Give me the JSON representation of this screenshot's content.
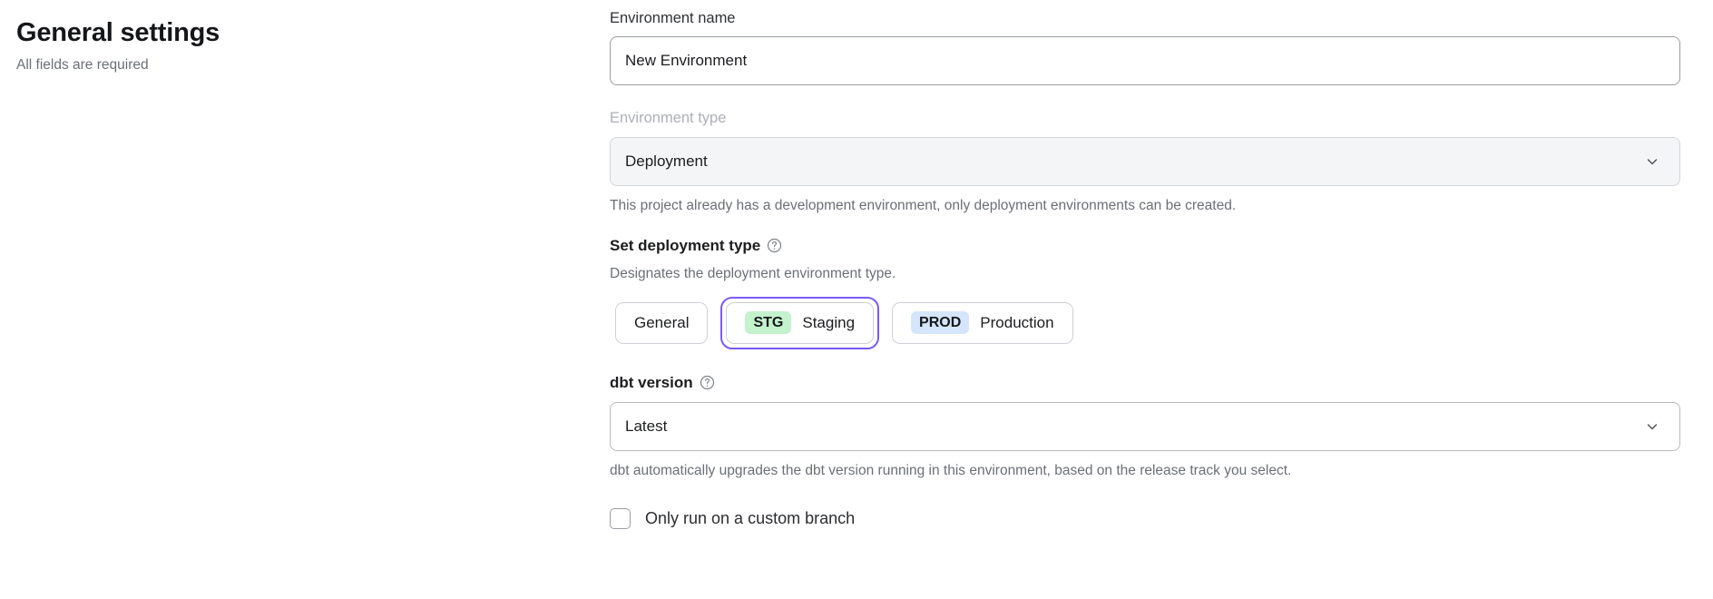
{
  "header": {
    "title": "General settings",
    "subtitle": "All fields are required"
  },
  "form": {
    "environment_name": {
      "label": "Environment name",
      "value": "New Environment",
      "placeholder": "Environment name"
    },
    "environment_type": {
      "label": "Environment type",
      "value": "Deployment",
      "disabled": true,
      "helper": "This project already has a development environment, only deployment environments can be created.",
      "chevron_icon": "chevron-down-icon"
    },
    "deployment_type": {
      "label": "Set deployment type",
      "help_icon": "help-circle-icon",
      "description": "Designates the deployment environment type.",
      "selected": "Staging",
      "options": [
        {
          "id": "general",
          "badge": "",
          "label": "General",
          "badge_color": ""
        },
        {
          "id": "staging",
          "badge": "STG",
          "label": "Staging",
          "badge_color": "#c3f2cd"
        },
        {
          "id": "production",
          "badge": "PROD",
          "label": "Production",
          "badge_color": "#d5e5fb"
        }
      ],
      "focus_ring_color": "#7a5af5"
    },
    "dbt_version": {
      "label": "dbt version",
      "help_icon": "help-circle-icon",
      "value": "Latest",
      "helper": "dbt automatically upgrades the dbt version running in this environment, based on the release track you select.",
      "chevron_icon": "chevron-down-icon"
    },
    "custom_branch": {
      "label": "Only run on a custom branch",
      "checked": false,
      "icon": "checkbox-icon"
    }
  }
}
